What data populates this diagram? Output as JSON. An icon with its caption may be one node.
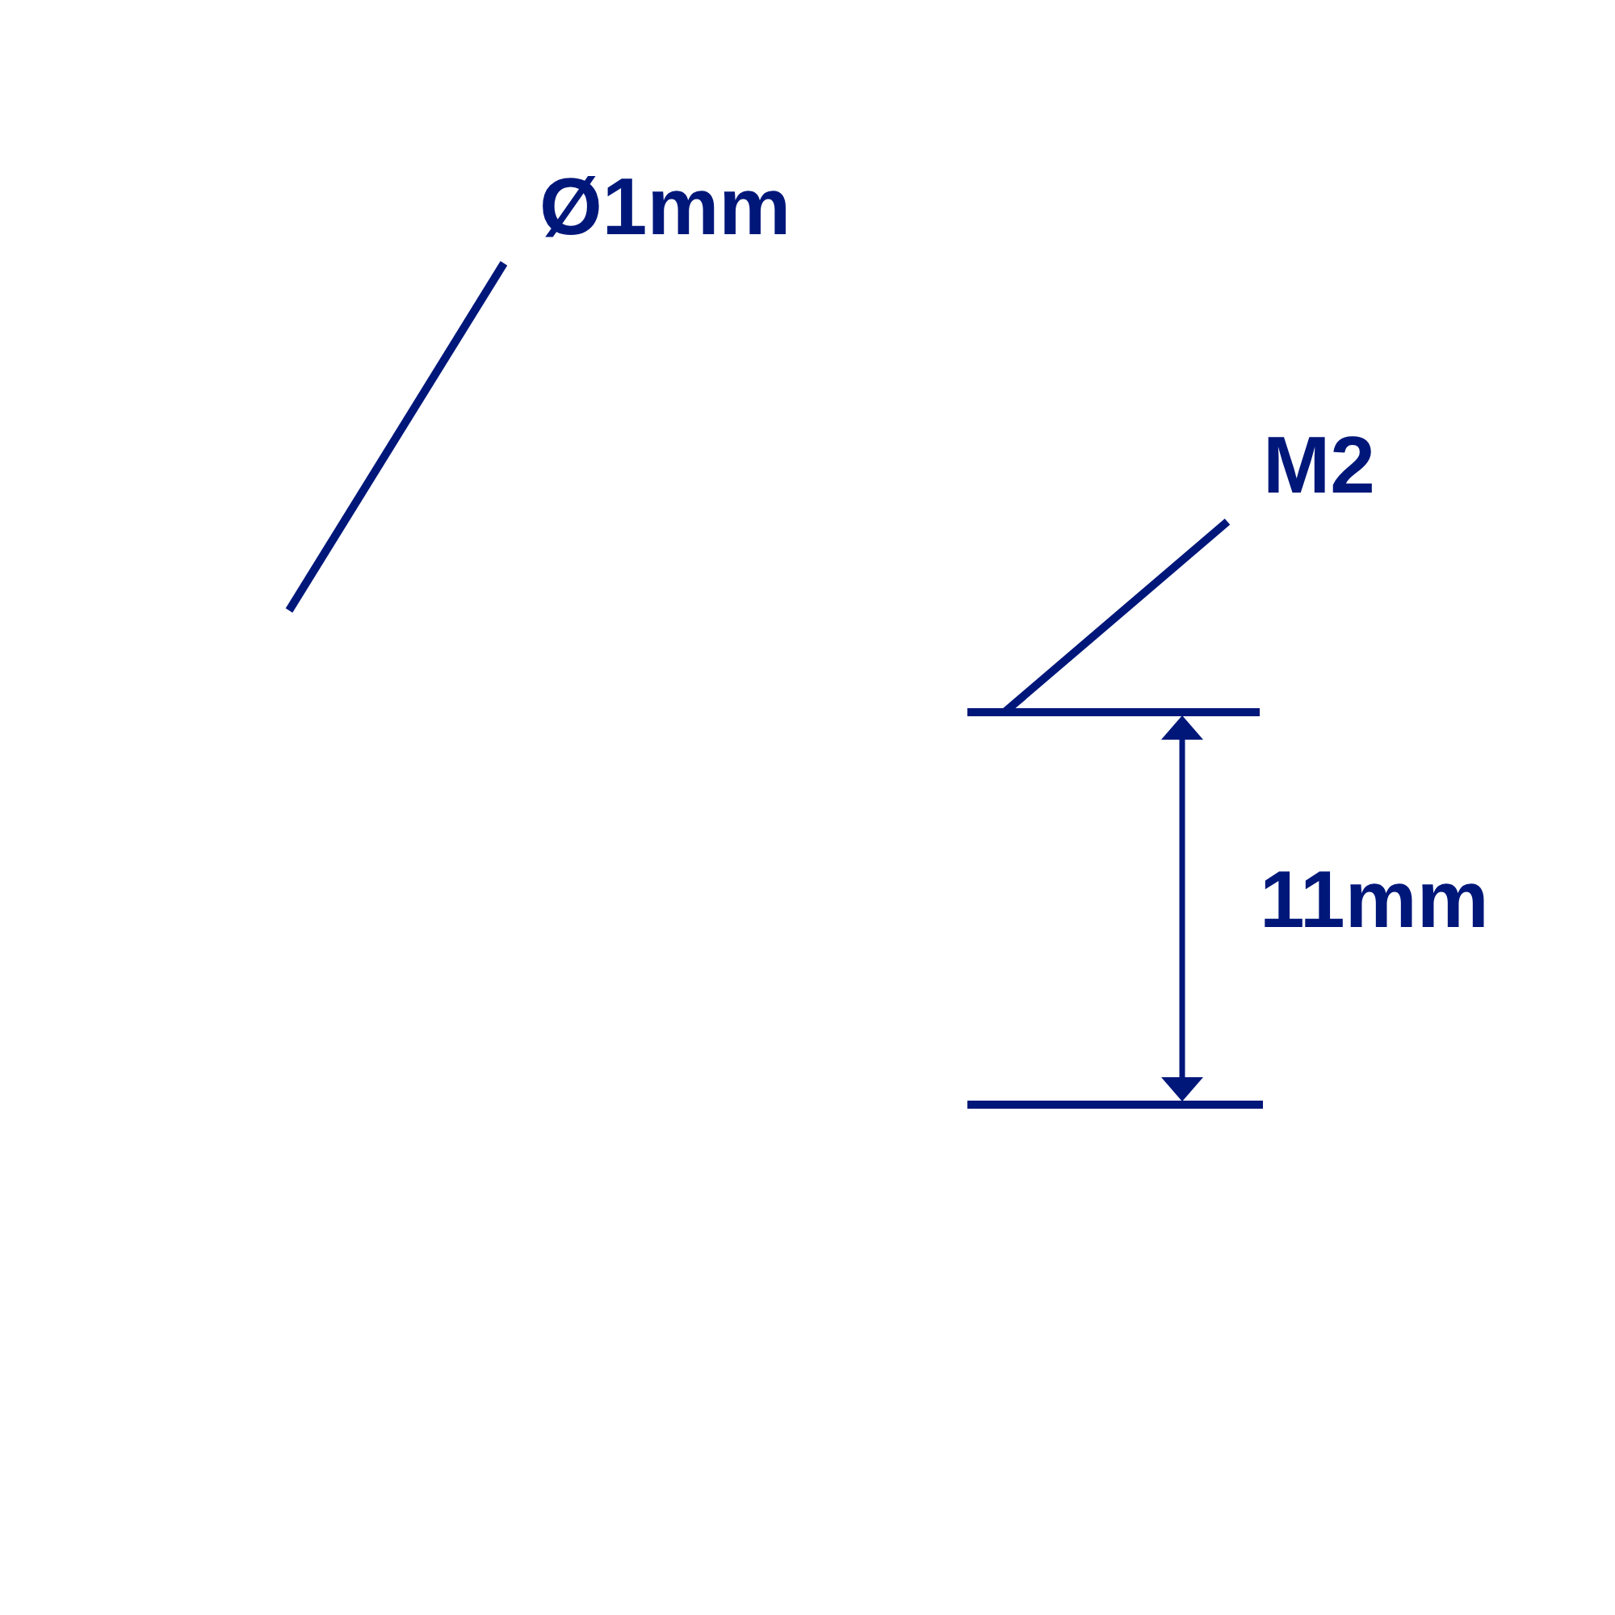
{
  "diagram": {
    "nodes": [
      {
        "text": [
          "Ø1mm"
        ]
      },
      {
        "text": [
          "M2"
        ]
      }
    ],
    "edges": [
      {
        "from": 0,
        "to": null,
        "arrow": "none"
      },
      {
        "from": 1,
        "to": null,
        "arrow": "none"
      }
    ],
    "labels": [
      "11mm"
    ]
  }
}
